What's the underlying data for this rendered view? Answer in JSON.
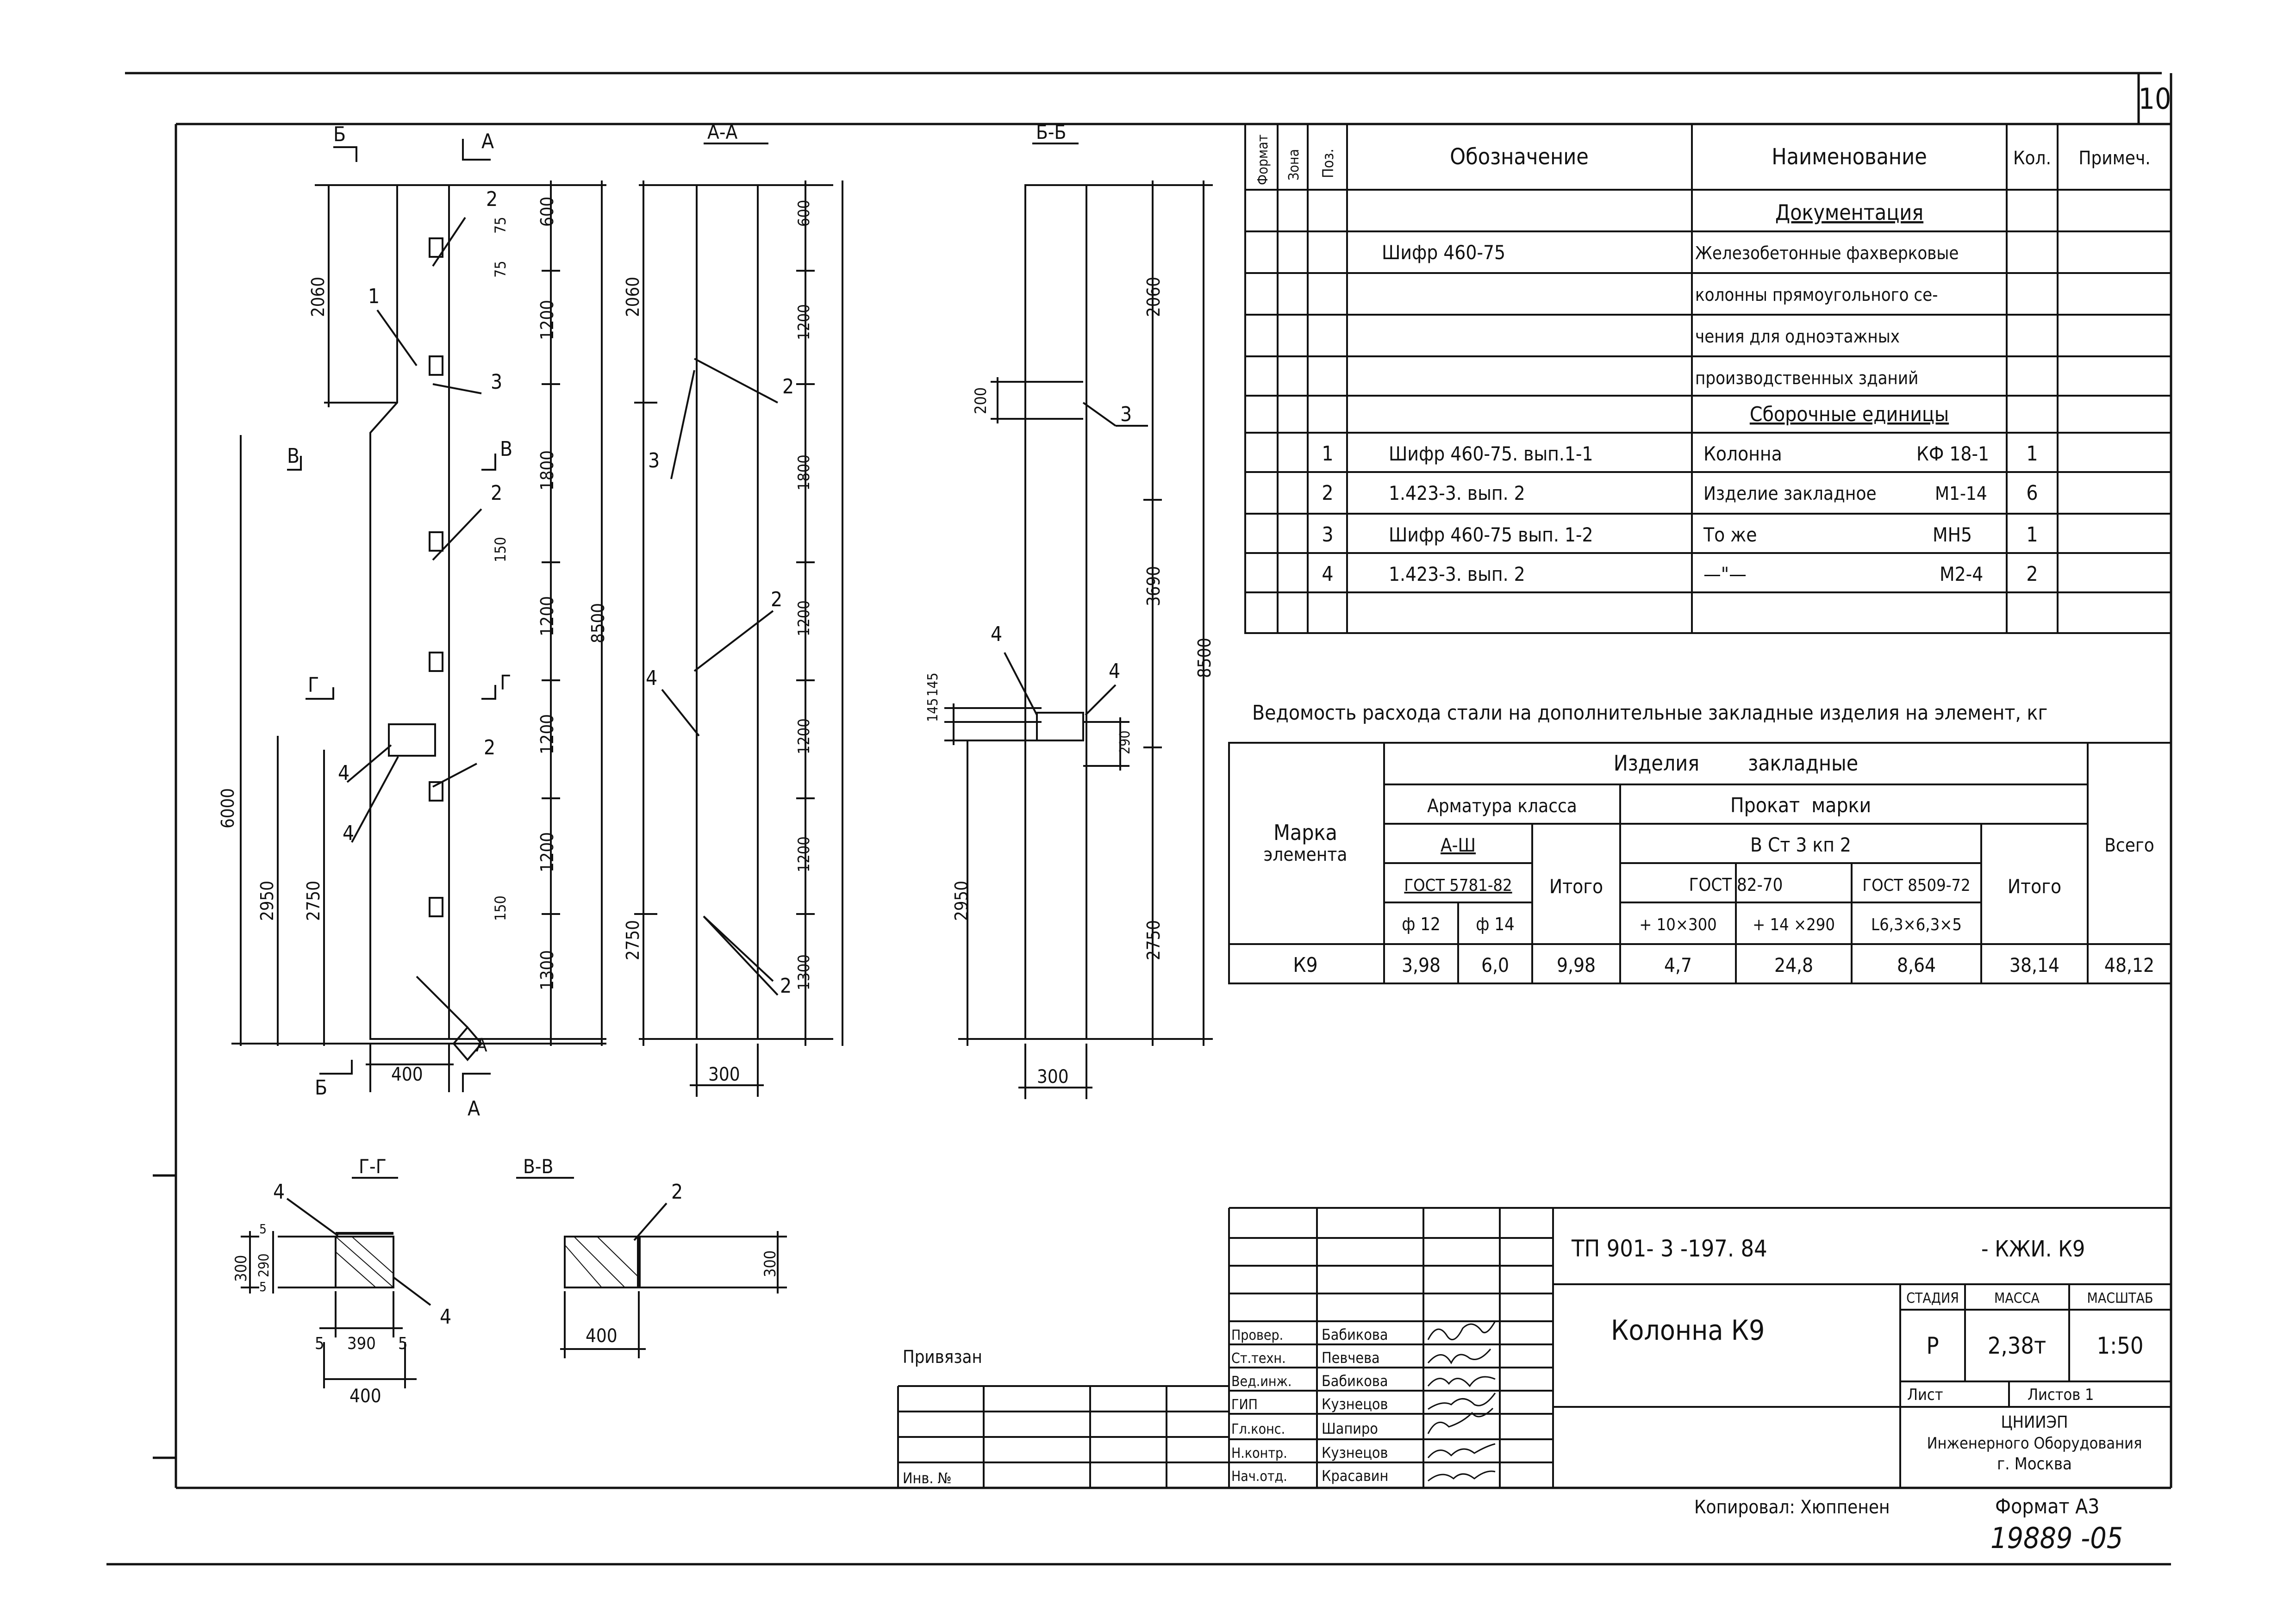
{
  "sheet": {
    "number": "10",
    "code": "ТП 901- 3 -197. 84",
    "code_suffix": "- КЖИ. К9",
    "title": "Колонна К9",
    "stage_header": "СТАДИЯ",
    "mass_header": "МАССА",
    "scale_header": "МАСШТАБ",
    "stage": "Р",
    "mass": "2,38т",
    "scale": "1:50",
    "list_label": "Лист",
    "lists_label": "Листов 1",
    "org_line1": "ЦНИИЭП",
    "org_line2": "Инженерного Оборудования",
    "org_line3": "г. Москва",
    "copied_label": "Копировал: Хюппенен",
    "format_label": "Формат А3",
    "inv_number": "19889 -05",
    "privyazan_label": "Привязан",
    "inv_label": "Инв. №"
  },
  "signatures": [
    {
      "role": "Провер.",
      "name": "Бабикова"
    },
    {
      "role": "Ст.техн.",
      "name": "Певчева"
    },
    {
      "role": "Вед.инж.",
      "name": "Бабикова"
    },
    {
      "role": "ГИП",
      "name": "Кузнецов"
    },
    {
      "role": "Гл.конс.",
      "name": "Шапиро"
    },
    {
      "role": "Н.контр.",
      "name": "Кузнецов"
    },
    {
      "role": "Нач.отд.",
      "name": "Красавин"
    }
  ],
  "spec": {
    "headers": {
      "format": "Формат",
      "zone": "Зона",
      "pos": "Поз.",
      "designation": "Обозначение",
      "name": "Наименование",
      "qty": "Кол.",
      "note": "Примеч."
    },
    "section_docs": "Документация",
    "doc_designation": "Шифр 460-75",
    "doc_name_lines": [
      "Железобетонные фахверковые",
      "колонны прямоугольного се-",
      "чения для одноэтажных",
      "производственных зданий"
    ],
    "section_assemblies": "Сборочные единицы",
    "rows": [
      {
        "pos": "1",
        "designation": "Шифр 460-75. вып.1-1",
        "name": "Колонна",
        "mark": "КФ 18-1",
        "qty": "1"
      },
      {
        "pos": "2",
        "designation": "1.423-3. вып. 2",
        "name": "Изделие закладное",
        "mark": "М1-14",
        "qty": "6"
      },
      {
        "pos": "3",
        "designation": "Шифр 460-75 вып. 1-2",
        "name": "То же",
        "mark": "МН5",
        "qty": "1"
      },
      {
        "pos": "4",
        "designation": "1.423-3. вып. 2",
        "name": "—\"—",
        "mark": "М2-4",
        "qty": "2"
      }
    ]
  },
  "steel": {
    "title": "Ведомость расхода стали на дополнительные закладные изделия на элемент, кг",
    "h_element": [
      "Марка",
      "элемента"
    ],
    "h_items": "Изделия        закладные",
    "h_rebar": "Арматура класса",
    "h_rebar_class": "А-Ш",
    "h_rebar_gost": "ГОСТ 5781-82",
    "h_rebar_d12": "ф 12",
    "h_rebar_d14": "ф 14",
    "h_total1": "Итого",
    "h_rolled": "Прокат  марки",
    "h_rolled_grade": "В Ст 3 кп 2",
    "h_gost82": "ГОСТ 82-70",
    "h_gost8509": "ГОСТ 8509-72",
    "h_s1": "+ 10×300",
    "h_s2": "+ 14 ×290",
    "h_s3": "L6,3×6,3×5",
    "h_total2": "Итого",
    "h_all": "Всего",
    "row": {
      "mark": "К9",
      "d12": "3,98",
      "d14": "6,0",
      "t1": "9,98",
      "s1": "4,7",
      "s2": "24,8",
      "s3": "8,64",
      "t2": "38,14",
      "all": "48,12"
    }
  },
  "drawing": {
    "sec_aa": "А-А",
    "sec_bb": "Б-Б",
    "sec_gg": "Г-Г",
    "sec_vv": "В-В",
    "cut_a": "А",
    "cut_b": "Б",
    "cut_v": "В",
    "cut_g": "Г",
    "callout_a": "А",
    "d8500": "8500",
    "d6000": "6000",
    "d2060": "2060",
    "d600": "600",
    "d75": "75",
    "d1200": "1200",
    "d1800": "1800",
    "d150": "150",
    "d1300": "1300",
    "d2950": "2950",
    "d2750": "2750",
    "d400": "400",
    "d300": "300",
    "d200": "200",
    "d3690": "3690",
    "d145": "145",
    "d290": "290",
    "d390": "390",
    "d5": "5",
    "p1": "1",
    "p2": "2",
    "p3": "3",
    "p4": "4"
  }
}
